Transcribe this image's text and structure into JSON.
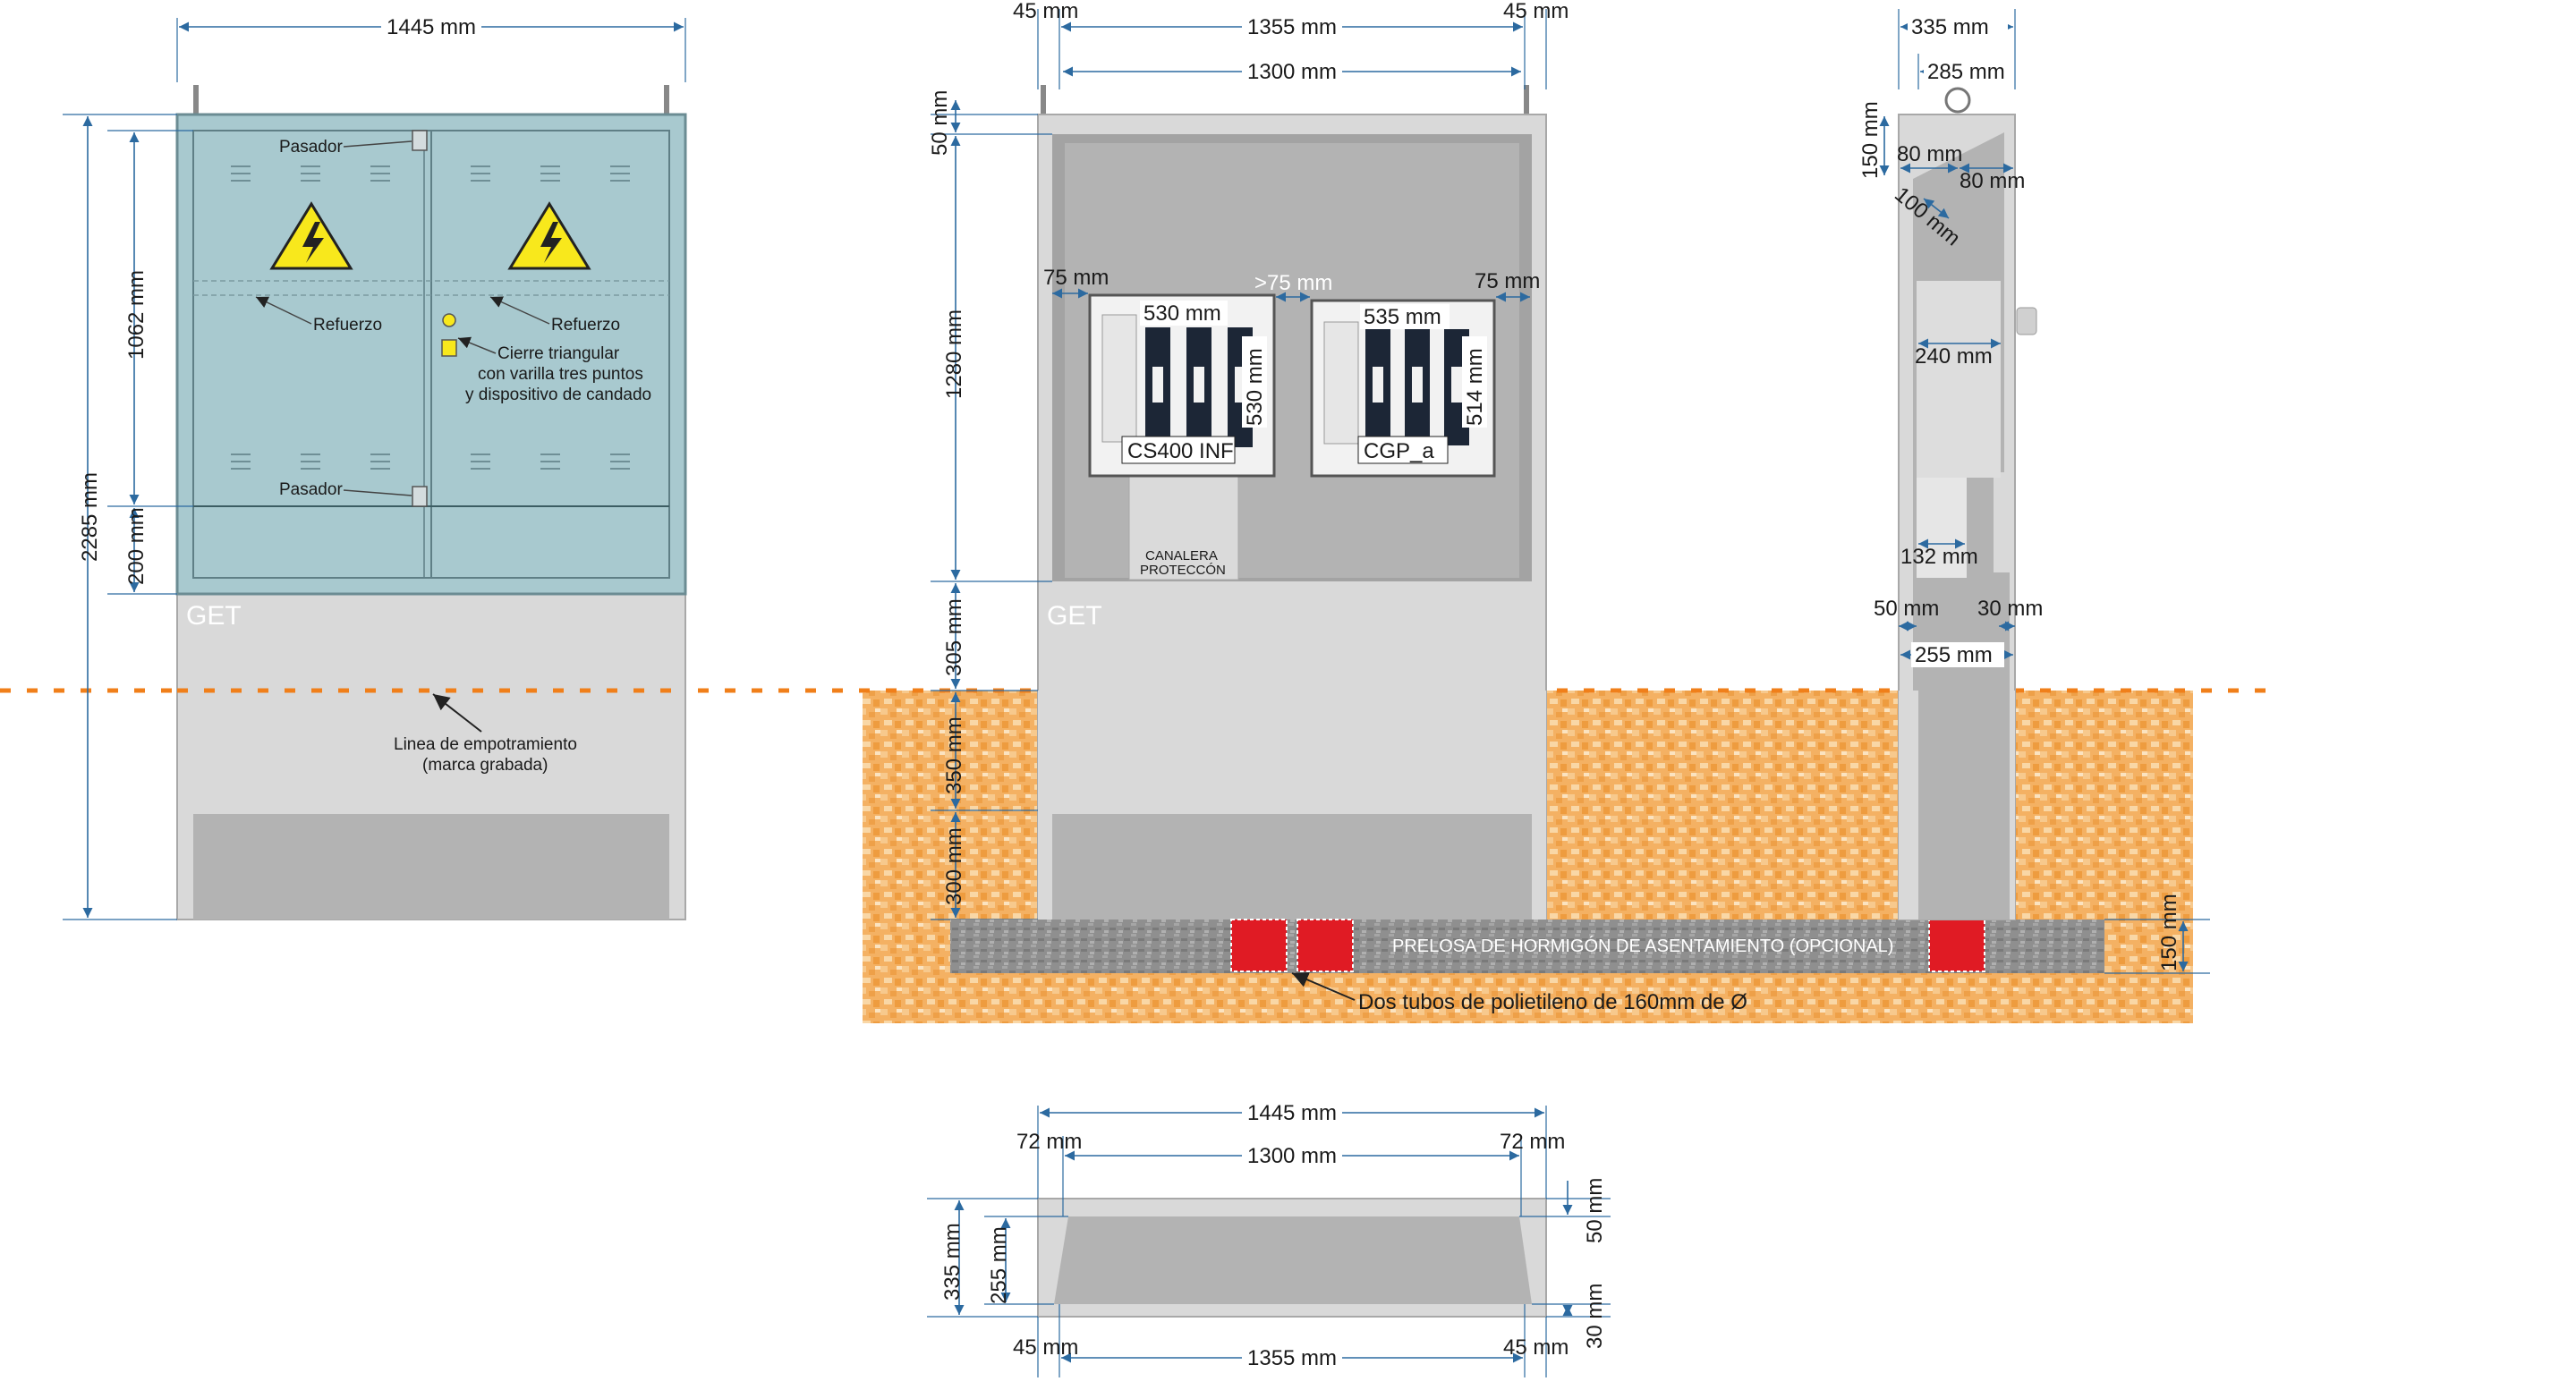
{
  "labels": {
    "get": "GET",
    "pasador": "Pasador",
    "refuerzo": "Refuerzo",
    "cierre": [
      "Cierre triangular",
      "con varilla tres puntos",
      "y dispositivo de candado"
    ],
    "empotramiento": [
      "Linea de empotramiento",
      "(marca grabada)"
    ],
    "canalera": [
      "CANALERA",
      "PROTECCÓN"
    ],
    "cs400": "CS400 INF",
    "cgp": "CGP_a",
    "prelosa": "PRELOSA DE HORMIGÓN DE ASENTAMIENTO (OPCIONAL)",
    "tubos": "Dos tubos de polietileno de 160mm de Ø"
  },
  "dims": {
    "w1445": "1445 mm",
    "w1355": "1355 mm",
    "w1300": "1300 mm",
    "w45": "45 mm",
    "w72": "72 mm",
    "h2285": "2285 mm",
    "h1062": "1062 mm",
    "h200": "200 mm",
    "h50": "50 mm",
    "h1280": "1280 mm",
    "h305": "305 mm",
    "h350": "350 mm",
    "h300": "300 mm",
    "h150": "150 mm",
    "w75": "75 mm",
    "gt75": ">75 mm",
    "w530": "530 mm",
    "w535": "535 mm",
    "h514": "514 mm",
    "w335": "335 mm",
    "w285": "285 mm",
    "w80": "80 mm",
    "w100": "100 mm",
    "w240": "240 mm",
    "w132": "132 mm",
    "w30": "30 mm",
    "w255": "255 mm",
    "h335": "335 mm",
    "h255": "255 mm",
    "h30": "30 mm"
  },
  "colors": {
    "door": "#a8c9cf",
    "concrete": "#d9d9d9",
    "dark_grey": "#b3b3b3",
    "soil": "#f3ad55",
    "ground_line": "#f07f1a",
    "dimension": "#2c6aa0",
    "tube": "#e01b24",
    "warning": "#f8e81c"
  }
}
